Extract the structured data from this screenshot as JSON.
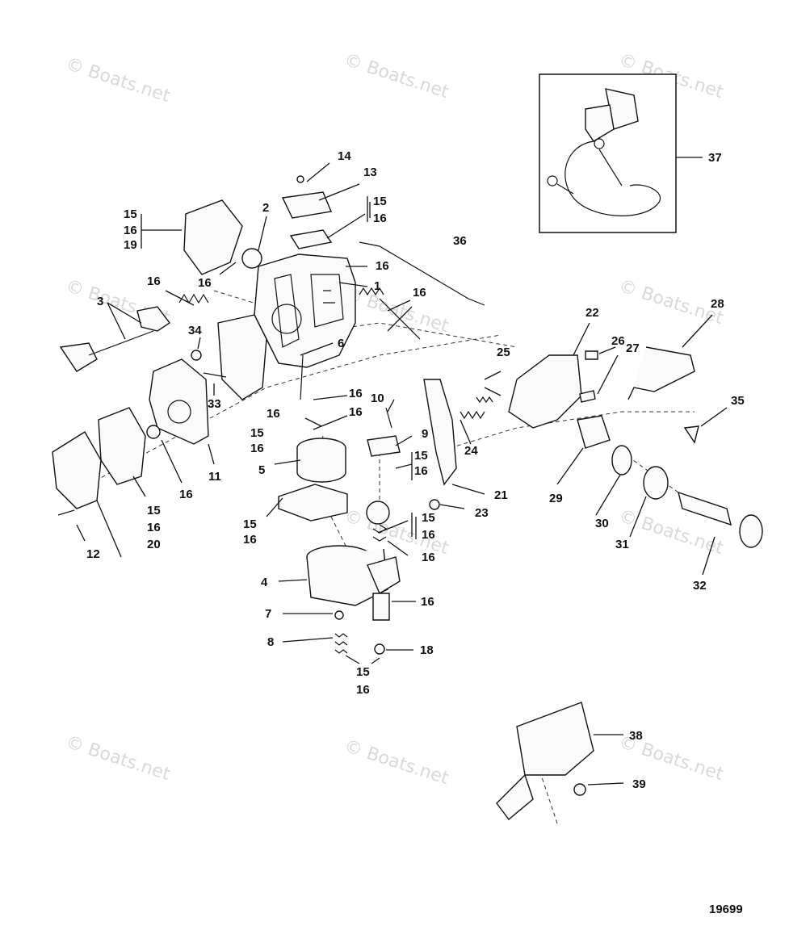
{
  "watermark": "© Boats.net",
  "diagram_id": "19699",
  "callouts": {
    "c1": "1",
    "c2": "2",
    "c3": "3",
    "c4": "4",
    "c5": "5",
    "c6": "6",
    "c7": "7",
    "c8": "8",
    "c9": "9",
    "c10": "10",
    "c11": "11",
    "c12": "12",
    "c13": "13",
    "c14": "14",
    "c15a": "15",
    "c15b": "15",
    "c15c": "15",
    "c15d": "15",
    "c15e": "15",
    "c15f": "15",
    "c15g": "15",
    "c15h": "15",
    "c16a": "16",
    "c16b": "16",
    "c16c": "16",
    "c16d": "16",
    "c16e": "16",
    "c16f": "16",
    "c16g": "16",
    "c16h": "16",
    "c16i": "16",
    "c16j": "16",
    "c16k": "16",
    "c16l": "16",
    "c16m": "16",
    "c16n": "16",
    "c16o": "16",
    "c16p": "16",
    "c16q": "16",
    "c16r": "16",
    "c18": "18",
    "c19": "19",
    "c20": "20",
    "c21": "21",
    "c22": "22",
    "c23": "23",
    "c24": "24",
    "c25": "25",
    "c26": "26",
    "c27": "27",
    "c28": "28",
    "c29": "29",
    "c30": "30",
    "c31": "31",
    "c32": "32",
    "c33": "33",
    "c34": "34",
    "c35": "35",
    "c36": "36",
    "c37": "37",
    "c38": "38",
    "c39": "39"
  }
}
